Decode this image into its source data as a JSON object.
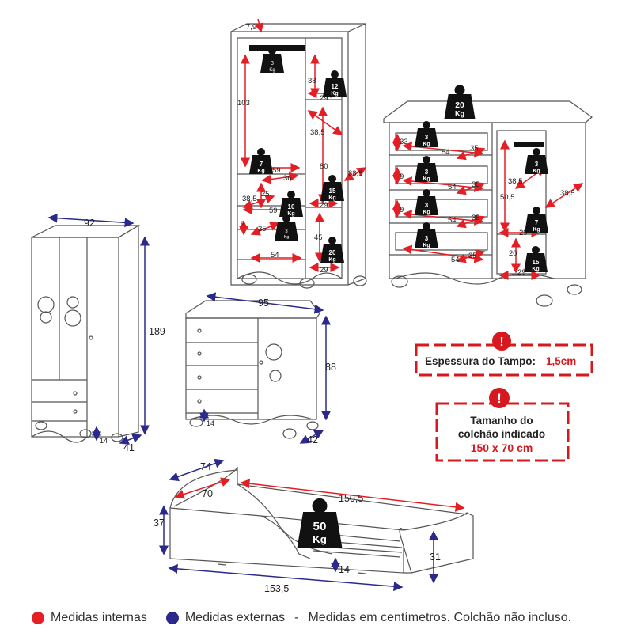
{
  "colors": {
    "internal": "#e31e24",
    "external": "#2b2a8c",
    "line": "#555555",
    "callout": "#d7191f"
  },
  "weights": {
    "w3": "3",
    "w7": "7",
    "w10": "10",
    "w12": "12",
    "w15": "15",
    "w20": "20",
    "w50": "50",
    "unit": "Kg"
  },
  "wardrobe_detail": {
    "d7_9": "7,9",
    "d103": "103",
    "d38a": "38",
    "d29a": "29",
    "d38_5a": "38,5",
    "d80": "80",
    "d59a": "59",
    "d36": "36",
    "d25": "25",
    "d38_5b": "38,5",
    "d59b": "59",
    "d29b": "29",
    "d9": "9",
    "d35": "35",
    "d45": "45",
    "d54": "54",
    "d29c": "29",
    "d38_5side": "38,5"
  },
  "dresser_detail": {
    "d33": "33",
    "d54a": "54",
    "d35a": "35",
    "d9a": "9",
    "d54b": "54",
    "d35b": "35",
    "d9b": "9",
    "d54c": "54",
    "d35c": "35",
    "d54d": "54",
    "d35d": "35",
    "d38_5": "38,5",
    "d50_5": "50,5",
    "d38_5side": "38,5",
    "d29a": "29",
    "d20": "20",
    "d29b": "29"
  },
  "wardrobe_outer": {
    "width": "92",
    "height": "189",
    "foot": "14",
    "depth": "41"
  },
  "dresser_outer": {
    "width": "95",
    "height": "88",
    "foot": "14",
    "depth": "42"
  },
  "bed": {
    "d74": "74",
    "d70": "70",
    "d150_5": "150,5",
    "d37": "37",
    "d31": "31",
    "d14": "14",
    "d153_5": "153,5"
  },
  "callouts": {
    "top_label": "Espessura do Tampo:",
    "top_value": "1,5cm",
    "mattress_line1": "Tamanho do",
    "mattress_line2": "colchão indicado",
    "mattress_line3": "150 x 70 cm"
  },
  "legend": {
    "internal": "Medidas internas",
    "external": "Medidas externas",
    "sep": "-",
    "note": "Medidas em centímetros. Colchão não incluso."
  }
}
